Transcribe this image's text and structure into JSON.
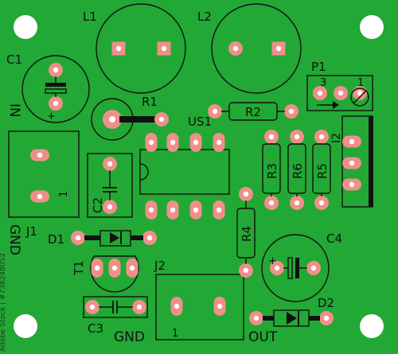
{
  "labels": {
    "l1": "L1",
    "l2": "L2",
    "c1": "C1",
    "r1": "R1",
    "r2": "R2",
    "p1": "P1",
    "p1_pin3": "3",
    "p1_pin1": "1",
    "us1": "US1",
    "r3": "R3",
    "r6": "R6",
    "r5": "R5",
    "i2": "I2",
    "in": "IN",
    "gnd_left": "GND",
    "j1": "J1",
    "j1_pin": "1",
    "c2": "C2",
    "d1": "D1",
    "t1": "T1",
    "j2": "J2",
    "j2_pin": "1",
    "r4": "R4",
    "c4": "C4",
    "c4_plus": "+",
    "c1_plus": "+",
    "c3": "C3",
    "gnd_bottom": "GND",
    "out": "OUT",
    "d2": "D2"
  },
  "watermark": "Adobe Stock | #736248052",
  "colors": {
    "board": "#22a834",
    "pad": "#f08f8a",
    "hole": "#ffffff",
    "silk": "#111111",
    "mount_hole": "#ffffff"
  }
}
